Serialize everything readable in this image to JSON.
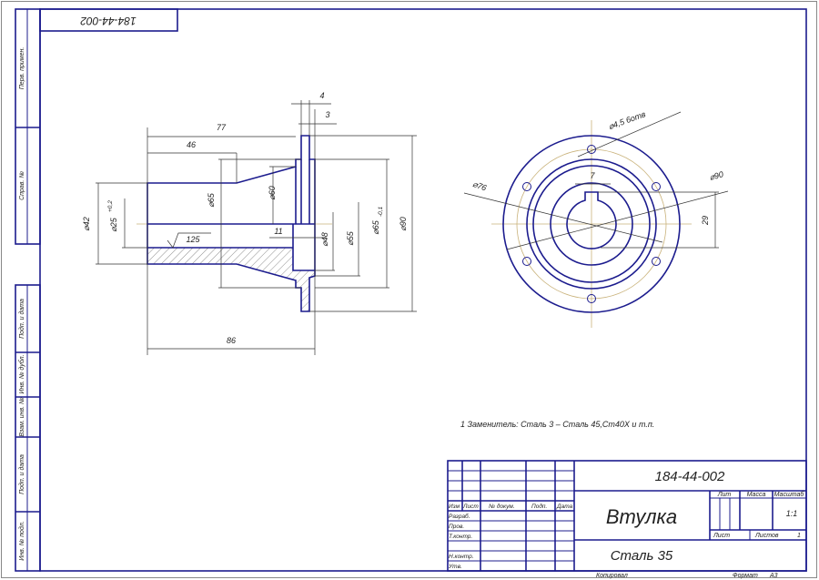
{
  "stamp_top": "184-44-002",
  "side_labels": [
    "Перв. примен.",
    "Справ. №",
    "Подп. и дата",
    "Инв. № дубл.",
    "Взам. инв. №",
    "Подп. и дата",
    "Инв. № подл."
  ],
  "side_view": {
    "dims": {
      "d77": "77",
      "d46": "46",
      "d4": "4",
      "d3": "3",
      "phi42": "⌀42",
      "phi25": "⌀25",
      "phi25_tol": "+0,2",
      "phi65": "⌀65",
      "phi60": "⌀60",
      "d11": "11",
      "phi48": "⌀48",
      "phi55": "⌀55",
      "phi65b": "⌀65",
      "phi65b_tol": "-0,1",
      "phi90": "⌀90",
      "rough": "125",
      "d86": "86"
    }
  },
  "front_view": {
    "dims": {
      "holes": "⌀4,5  6отв",
      "phi90": "⌀90",
      "phi76": "⌀76",
      "key": "7",
      "d29": "29"
    }
  },
  "note": "1  Заменитель: Сталь 3 – Сталь 45,Ст40Х и т.п.",
  "title_block": {
    "designation": "184-44-002",
    "name": "Втулка",
    "material": "Сталь 35",
    "headers": {
      "izm": "Изм",
      "list": "Лист",
      "doc": "№ докум.",
      "sign": "Подп.",
      "date": "Дата"
    },
    "roles": [
      "Разраб.",
      "Пров.",
      "Т.контр.",
      "Н.контр.",
      "Утв."
    ],
    "lit_label": "Лит",
    "mass_label": "Масса",
    "scale_label": "Масштаб",
    "scale": "1:1",
    "sheet_label": "Лист",
    "sheets_label": "Листов",
    "sheets": "1",
    "copied": "Копировал",
    "format_label": "Формат",
    "format": "А3"
  },
  "colors": {
    "outline": "#1c1c8e",
    "centerline": "#c9b27a",
    "dimension": "#333333"
  }
}
